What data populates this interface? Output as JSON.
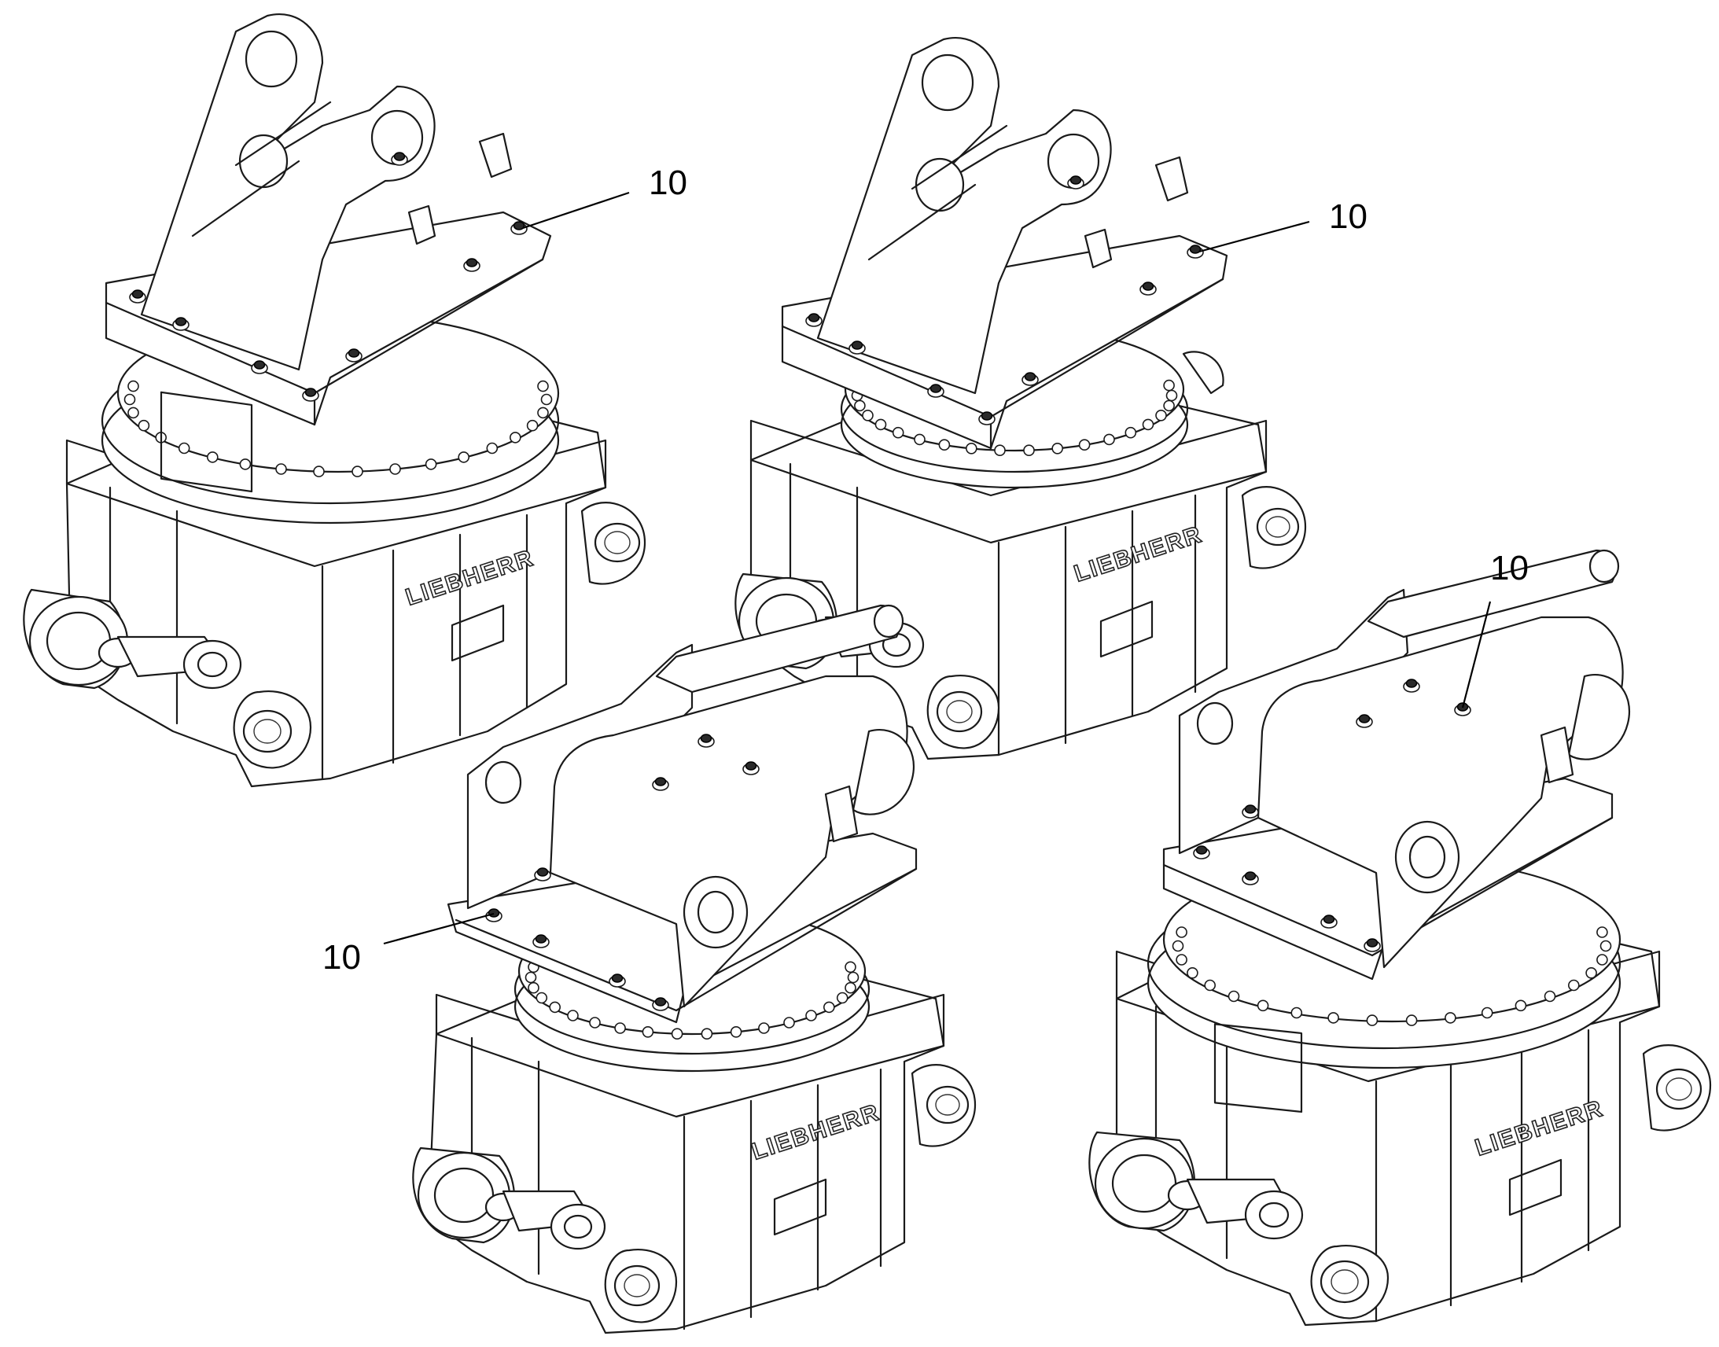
{
  "callouts": [
    {
      "id": "a",
      "label": "10"
    },
    {
      "id": "b",
      "label": "10"
    },
    {
      "id": "c",
      "label": "10"
    },
    {
      "id": "d",
      "label": "10"
    }
  ],
  "brand_lettering": "LIEBHERR",
  "colors": {
    "line": "#1a1a1a",
    "background": "#ffffff",
    "bolt": "#2a2a2a"
  },
  "units": [
    {
      "name": "tiltrotator-top-left",
      "bracket": "pin-type"
    },
    {
      "name": "tiltrotator-top-right",
      "bracket": "pin-type"
    },
    {
      "name": "tiltrotator-bottom-center",
      "bracket": "quick-coupler-type"
    },
    {
      "name": "tiltrotator-bottom-right",
      "bracket": "quick-coupler-type"
    }
  ]
}
